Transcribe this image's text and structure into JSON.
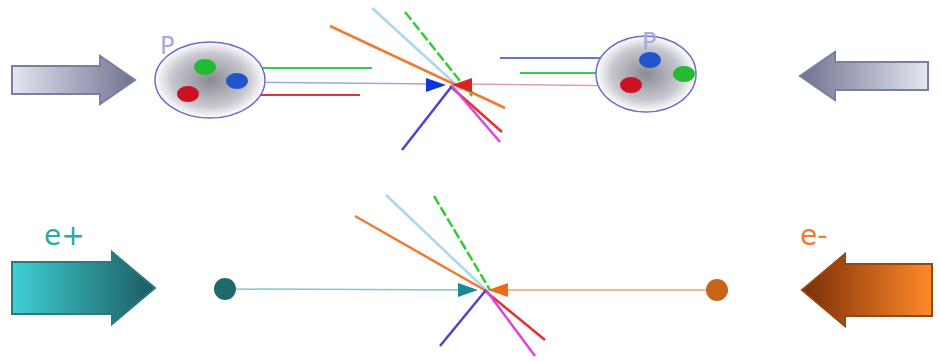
{
  "diagram": {
    "labels": [
      "P",
      "P",
      "e+",
      "e-"
    ]
  }
}
